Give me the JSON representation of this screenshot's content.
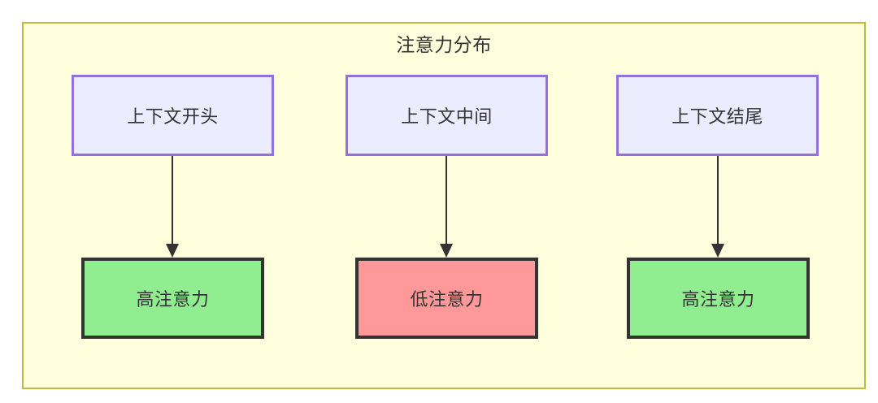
{
  "diagram": {
    "title": "注意力分布",
    "colors": {
      "container_fill": "#ffffde",
      "container_border": "#bdb945",
      "context_fill": "#ececff",
      "context_border": "#9370db",
      "high_attention_fill": "#90ee90",
      "low_attention_fill": "#ff9999",
      "node_border": "#333333",
      "text": "#333333"
    },
    "context_nodes": [
      {
        "id": "ctx-start",
        "label": "上下文开头"
      },
      {
        "id": "ctx-middle",
        "label": "上下文中间"
      },
      {
        "id": "ctx-end",
        "label": "上下文结尾"
      }
    ],
    "attention_nodes": [
      {
        "id": "att-start",
        "label": "高注意力",
        "level": "high"
      },
      {
        "id": "att-middle",
        "label": "低注意力",
        "level": "low"
      },
      {
        "id": "att-end",
        "label": "高注意力",
        "level": "high"
      }
    ],
    "edges": [
      {
        "from": "ctx-start",
        "to": "att-start",
        "label": ""
      },
      {
        "from": "ctx-middle",
        "to": "att-middle",
        "label": ""
      },
      {
        "from": "ctx-end",
        "to": "att-end",
        "label": ""
      }
    ]
  }
}
